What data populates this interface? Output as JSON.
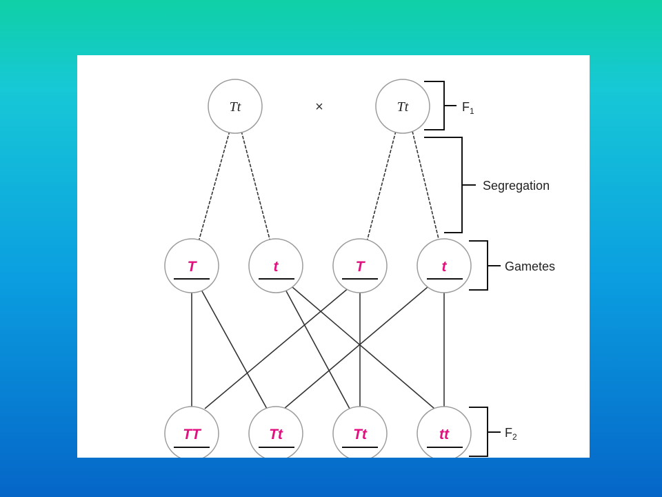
{
  "parents": {
    "left": "Tt",
    "right": "Tt",
    "cross_symbol": "×"
  },
  "gametes": [
    "T",
    "t",
    "T",
    "t"
  ],
  "offspring": [
    "TT",
    "Tt",
    "Tt",
    "tt"
  ],
  "labels": {
    "f1": {
      "main": "F",
      "sub": "1"
    },
    "segregation": "Segregation",
    "gametes": "Gametes",
    "f2": {
      "main": "F",
      "sub": "2"
    }
  },
  "colors": {
    "gene_text": "#e0117f",
    "background_top": "#0fd0a6",
    "background_bottom": "#0566c8"
  }
}
